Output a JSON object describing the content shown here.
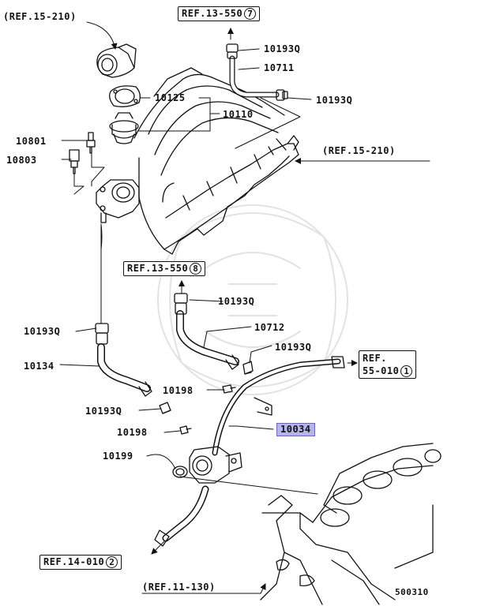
{
  "refs": {
    "r15_210_top": "(REF.15-210)",
    "r13_550_top": "REF.13-550",
    "r13_550_top_num": "7",
    "r15_210_right": "(REF.15-210)",
    "r13_550_mid": "REF.13-550",
    "r13_550_mid_num": "8",
    "r55_010_line1": "REF.",
    "r55_010_line2": "55-010",
    "r55_010_num": "1",
    "r14_010": "REF.14-010",
    "r14_010_num": "2",
    "r11_130": "(REF.11-130)"
  },
  "parts": {
    "p10193q_a": "10193Q",
    "p10711": "10711",
    "p10193q_b": "10193Q",
    "p10125": "10125",
    "p10110": "10110",
    "p10801": "10801",
    "p10803": "10803",
    "p10193q_c": "10193Q",
    "p10712": "10712",
    "p10193q_d": "10193Q",
    "p10193q_e": "10193Q",
    "p10134": "10134",
    "p10198_a": "10198",
    "p10193q_f": "10193Q",
    "p10034": "10034",
    "p10198_b": "10198",
    "p10199": "10199"
  },
  "diagram_id": "500310",
  "highlight_color": "#b6b4ea"
}
